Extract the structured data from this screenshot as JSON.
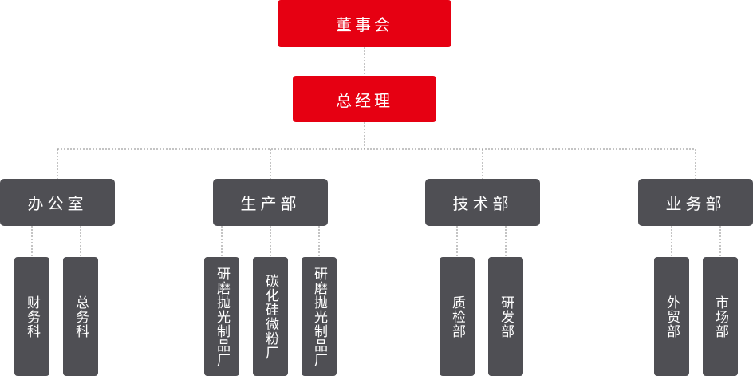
{
  "board": "董事会",
  "gm": "总经理",
  "departments": [
    {
      "name": "办公室",
      "subs": [
        "财务科",
        "总务科"
      ]
    },
    {
      "name": "生产部",
      "subs": [
        "研磨抛光制品厂",
        "碳化硅微粉厂",
        "研磨抛光制品厂"
      ]
    },
    {
      "name": "技术部",
      "subs": [
        "质检部",
        "研发部"
      ]
    },
    {
      "name": "业务部",
      "subs": [
        "外贸部",
        "市场部"
      ]
    }
  ]
}
